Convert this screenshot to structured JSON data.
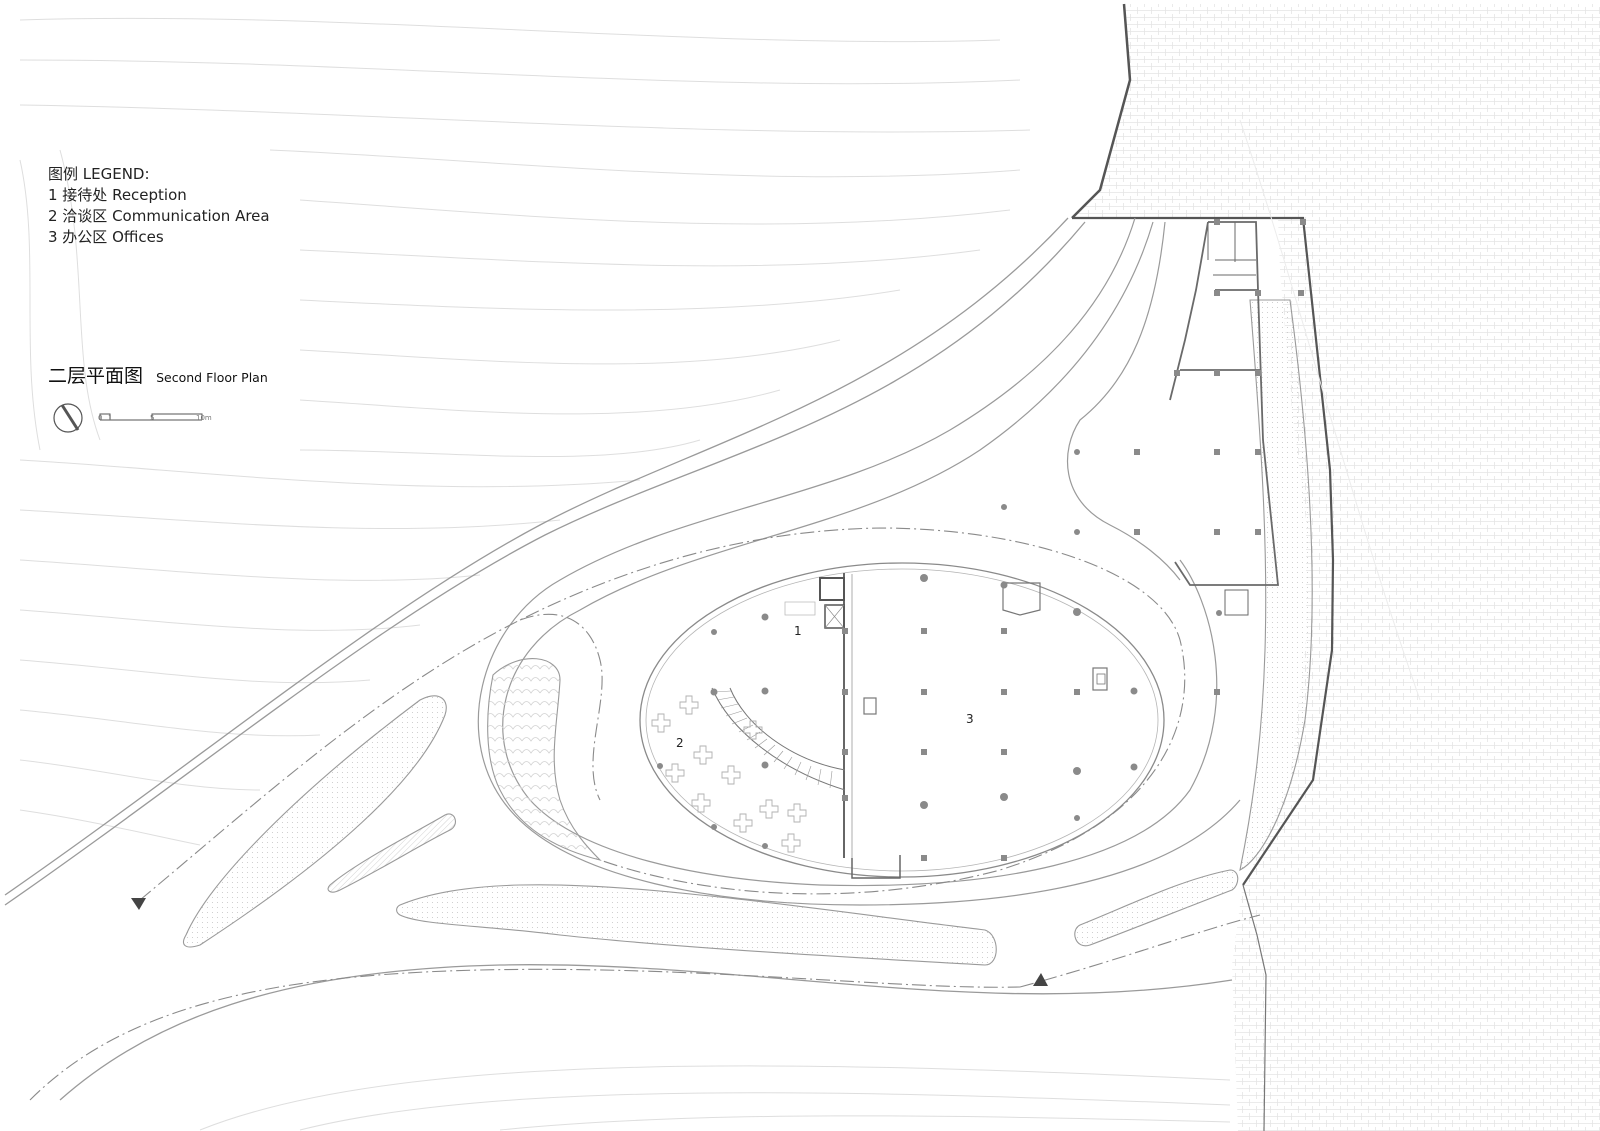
{
  "legend": {
    "heading": "图例 LEGEND:",
    "items": [
      {
        "num": "1",
        "zh": "接待处",
        "en": "Reception",
        "text": "1 接待处 Reception"
      },
      {
        "num": "2",
        "zh": "洽谈区",
        "en": "Communication Area",
        "text": "2 洽谈区 Communication Area"
      },
      {
        "num": "3",
        "zh": "办公区",
        "en": "Offices",
        "text": "3 办公区 Offices"
      }
    ]
  },
  "plan_title": {
    "zh": "二层平面图",
    "en": "Second Floor Plan"
  },
  "scale_bar": {
    "labels": [
      "0",
      "1",
      "5",
      "10m"
    ]
  },
  "rooms": [
    {
      "num": "1",
      "name": "Reception"
    },
    {
      "num": "2",
      "name": "Communication Area"
    },
    {
      "num": "3",
      "name": "Offices"
    }
  ],
  "icons": {
    "north_arrow": "north-arrow-icon",
    "direction_arrow": "triangle-arrow-icon"
  },
  "colors": {
    "lines": "#8a8a8a",
    "walls": "#555555",
    "contours": "#dddddd",
    "paving": "#e6e6e6"
  }
}
